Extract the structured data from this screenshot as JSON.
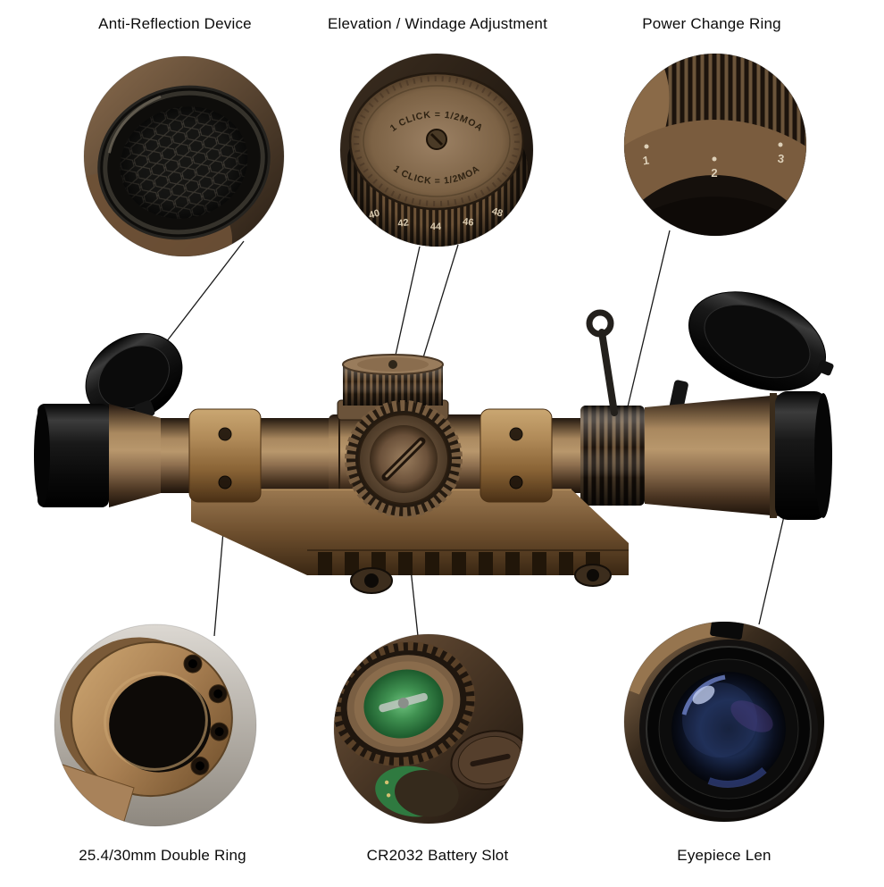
{
  "callouts": {
    "top": [
      {
        "label": "Anti-Reflection Device"
      },
      {
        "label": "Elevation / Windage Adjustment"
      },
      {
        "label": "Power Change Ring"
      }
    ],
    "bottom": [
      {
        "label": "25.4/30mm Double Ring"
      },
      {
        "label": "CR2032 Battery Slot"
      },
      {
        "label": "Eyepiece Len"
      }
    ]
  },
  "insets": {
    "turret_dial": {
      "engraving_top": "1 CLICK = 1/2MOA",
      "engraving_bottom": "1 CLICK = 1/2MOA",
      "edge_numbers": [
        "40",
        "42",
        "44",
        "46",
        "48"
      ]
    },
    "power_ring": {
      "numbers": [
        "1",
        "2",
        "3"
      ]
    }
  },
  "colors": {
    "background": "#ffffff",
    "label_text": "#0b0b0b",
    "scope_tan": "#a9885f",
    "scope_black": "#111111",
    "mount_tan": "#b08a58",
    "battery_green": "#3f9050",
    "lens_blue": "#1b2a4e"
  }
}
